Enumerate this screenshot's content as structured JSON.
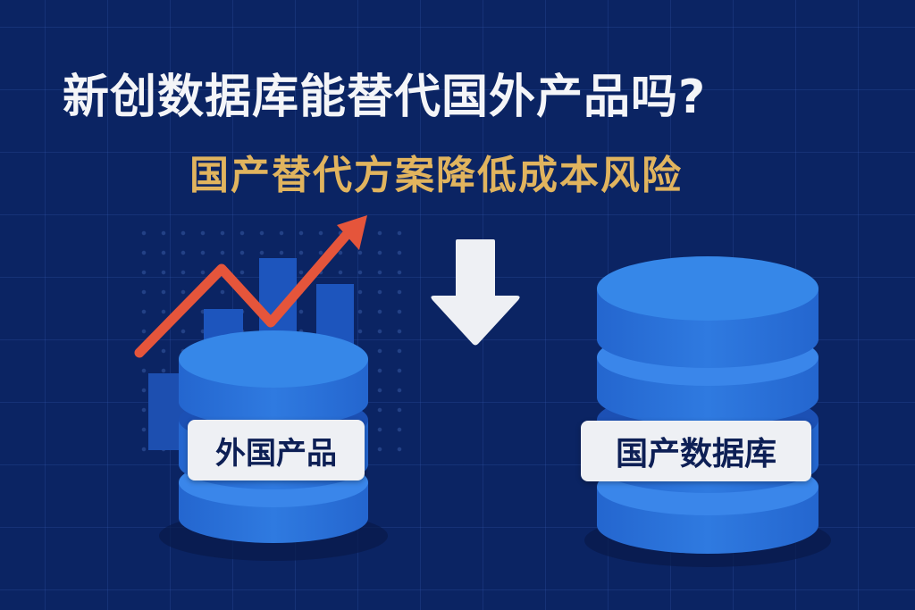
{
  "header": {
    "title": "新创数据库能替代国外产品吗?",
    "subtitle": "国产替代方案降低成本风险"
  },
  "left_panel": {
    "label": "外国产品",
    "icons": [
      "database-icon",
      "bar-chart-icon",
      "trend-up-arrow-icon"
    ]
  },
  "center": {
    "icon": "arrow-down-icon"
  },
  "right_panel": {
    "label": "国产数据库",
    "icons": [
      "database-icon"
    ]
  },
  "colors": {
    "background": "#0b2463",
    "title": "#f4f5f8",
    "subtitle": "#e1b45e",
    "database": "#2f78dc",
    "trend_arrow": "#e5553b",
    "label_bg": "#eef0f4",
    "label_text": "#0d1f55"
  }
}
